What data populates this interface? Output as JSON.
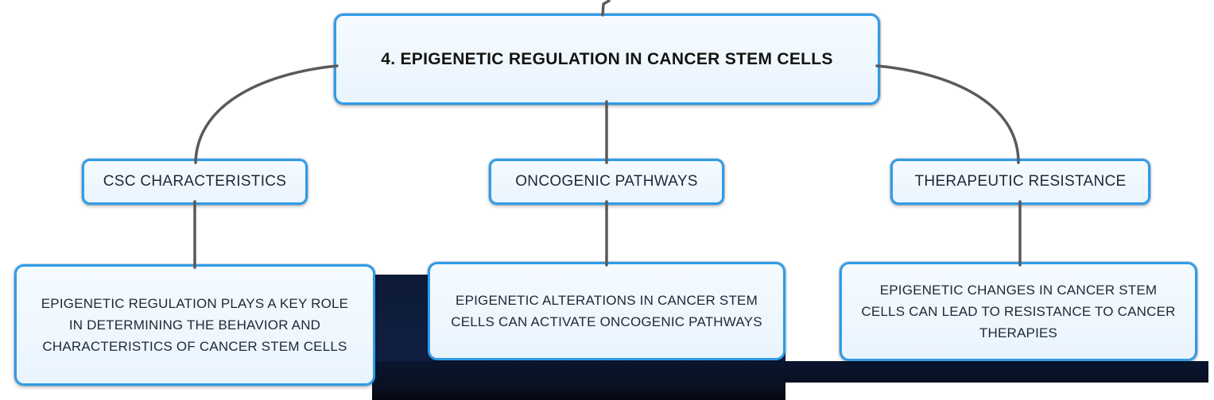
{
  "root": {
    "label": "4. EPIGENETIC REGULATION IN CANCER STEM CELLS"
  },
  "branches": [
    {
      "label": "CSC CHARACTERISTICS",
      "detail": "EPIGENETIC REGULATION PLAYS A KEY ROLE IN DETERMINING THE BEHAVIOR AND CHARACTERISTICS OF CANCER STEM CELLS"
    },
    {
      "label": "ONCOGENIC PATHWAYS",
      "detail": "EPIGENETIC ALTERATIONS IN CANCER STEM CELLS CAN ACTIVATE ONCOGENIC PATHWAYS"
    },
    {
      "label": "THERAPEUTIC RESISTANCE",
      "detail": "EPIGENETIC CHANGES IN CANCER STEM CELLS CAN LEAD TO RESISTANCE TO CANCER THERAPIES"
    }
  ],
  "colors": {
    "node_fill": "#eef6fe",
    "node_border": "#2f9ce8",
    "connector_line": "#5a5a5a",
    "dark_panel": "#0d1a38",
    "text_dark": "#1d2838",
    "canvas_background": "#ffffff"
  }
}
